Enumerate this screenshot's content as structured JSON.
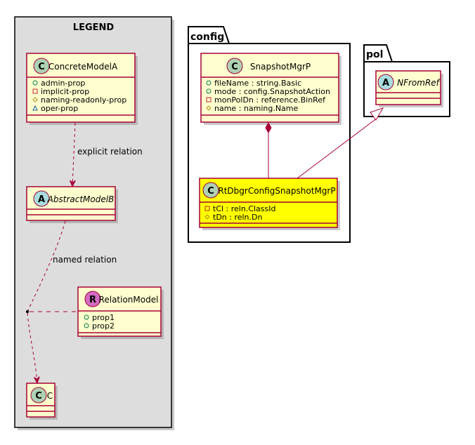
{
  "legend": {
    "title": "LEGEND",
    "concrete_class": {
      "stereo": "C",
      "name": "ConcreteModelA",
      "members": [
        {
          "vis": "public",
          "text": "admin-prop"
        },
        {
          "vis": "private",
          "text": "implicit-prop"
        },
        {
          "vis": "protected",
          "text": "naming-readonly-prop"
        },
        {
          "vis": "package",
          "text": "oper-prop"
        }
      ]
    },
    "abstract_class": {
      "stereo": "A",
      "name": "AbstractModelB"
    },
    "relation_class": {
      "stereo": "R",
      "name": "RelationModel",
      "members": [
        {
          "vis": "public",
          "text": "prop1"
        },
        {
          "vis": "public",
          "text": "prop2"
        }
      ]
    },
    "target_class": {
      "stereo": "C",
      "name": "C"
    },
    "explicit_label": "explicit relation",
    "named_label": "named relation"
  },
  "config": {
    "package_name": "config",
    "snapshot": {
      "stereo": "C",
      "name": "SnapshotMgrP",
      "members": [
        {
          "vis": "public",
          "text": "fileName : string.Basic"
        },
        {
          "vis": "public",
          "text": "mode : config.SnapshotAction"
        },
        {
          "vis": "private",
          "text": "monPolDn : reference.BinRef"
        },
        {
          "vis": "protected",
          "text": "name : naming.Name"
        }
      ]
    },
    "rt": {
      "stereo": "C",
      "name": "RtDbgrConfigSnapshotMgrP",
      "highlight_color": "#FFFF00",
      "members": [
        {
          "vis": "private",
          "text": "tCl : reln.ClassId"
        },
        {
          "vis": "protected",
          "text": "tDn : reln.Dn"
        }
      ]
    }
  },
  "pol": {
    "package_name": "pol",
    "nfromref": {
      "stereo": "A",
      "name": "NFromRef"
    }
  },
  "colors": {
    "class_fill": "#FEFECE",
    "class_border": "#A80036",
    "concrete_badge": "#ADD1B2",
    "abstract_badge": "#A9DCDF",
    "relation_badge": "#D36BC2",
    "legend_fill": "#DDDDDD"
  }
}
